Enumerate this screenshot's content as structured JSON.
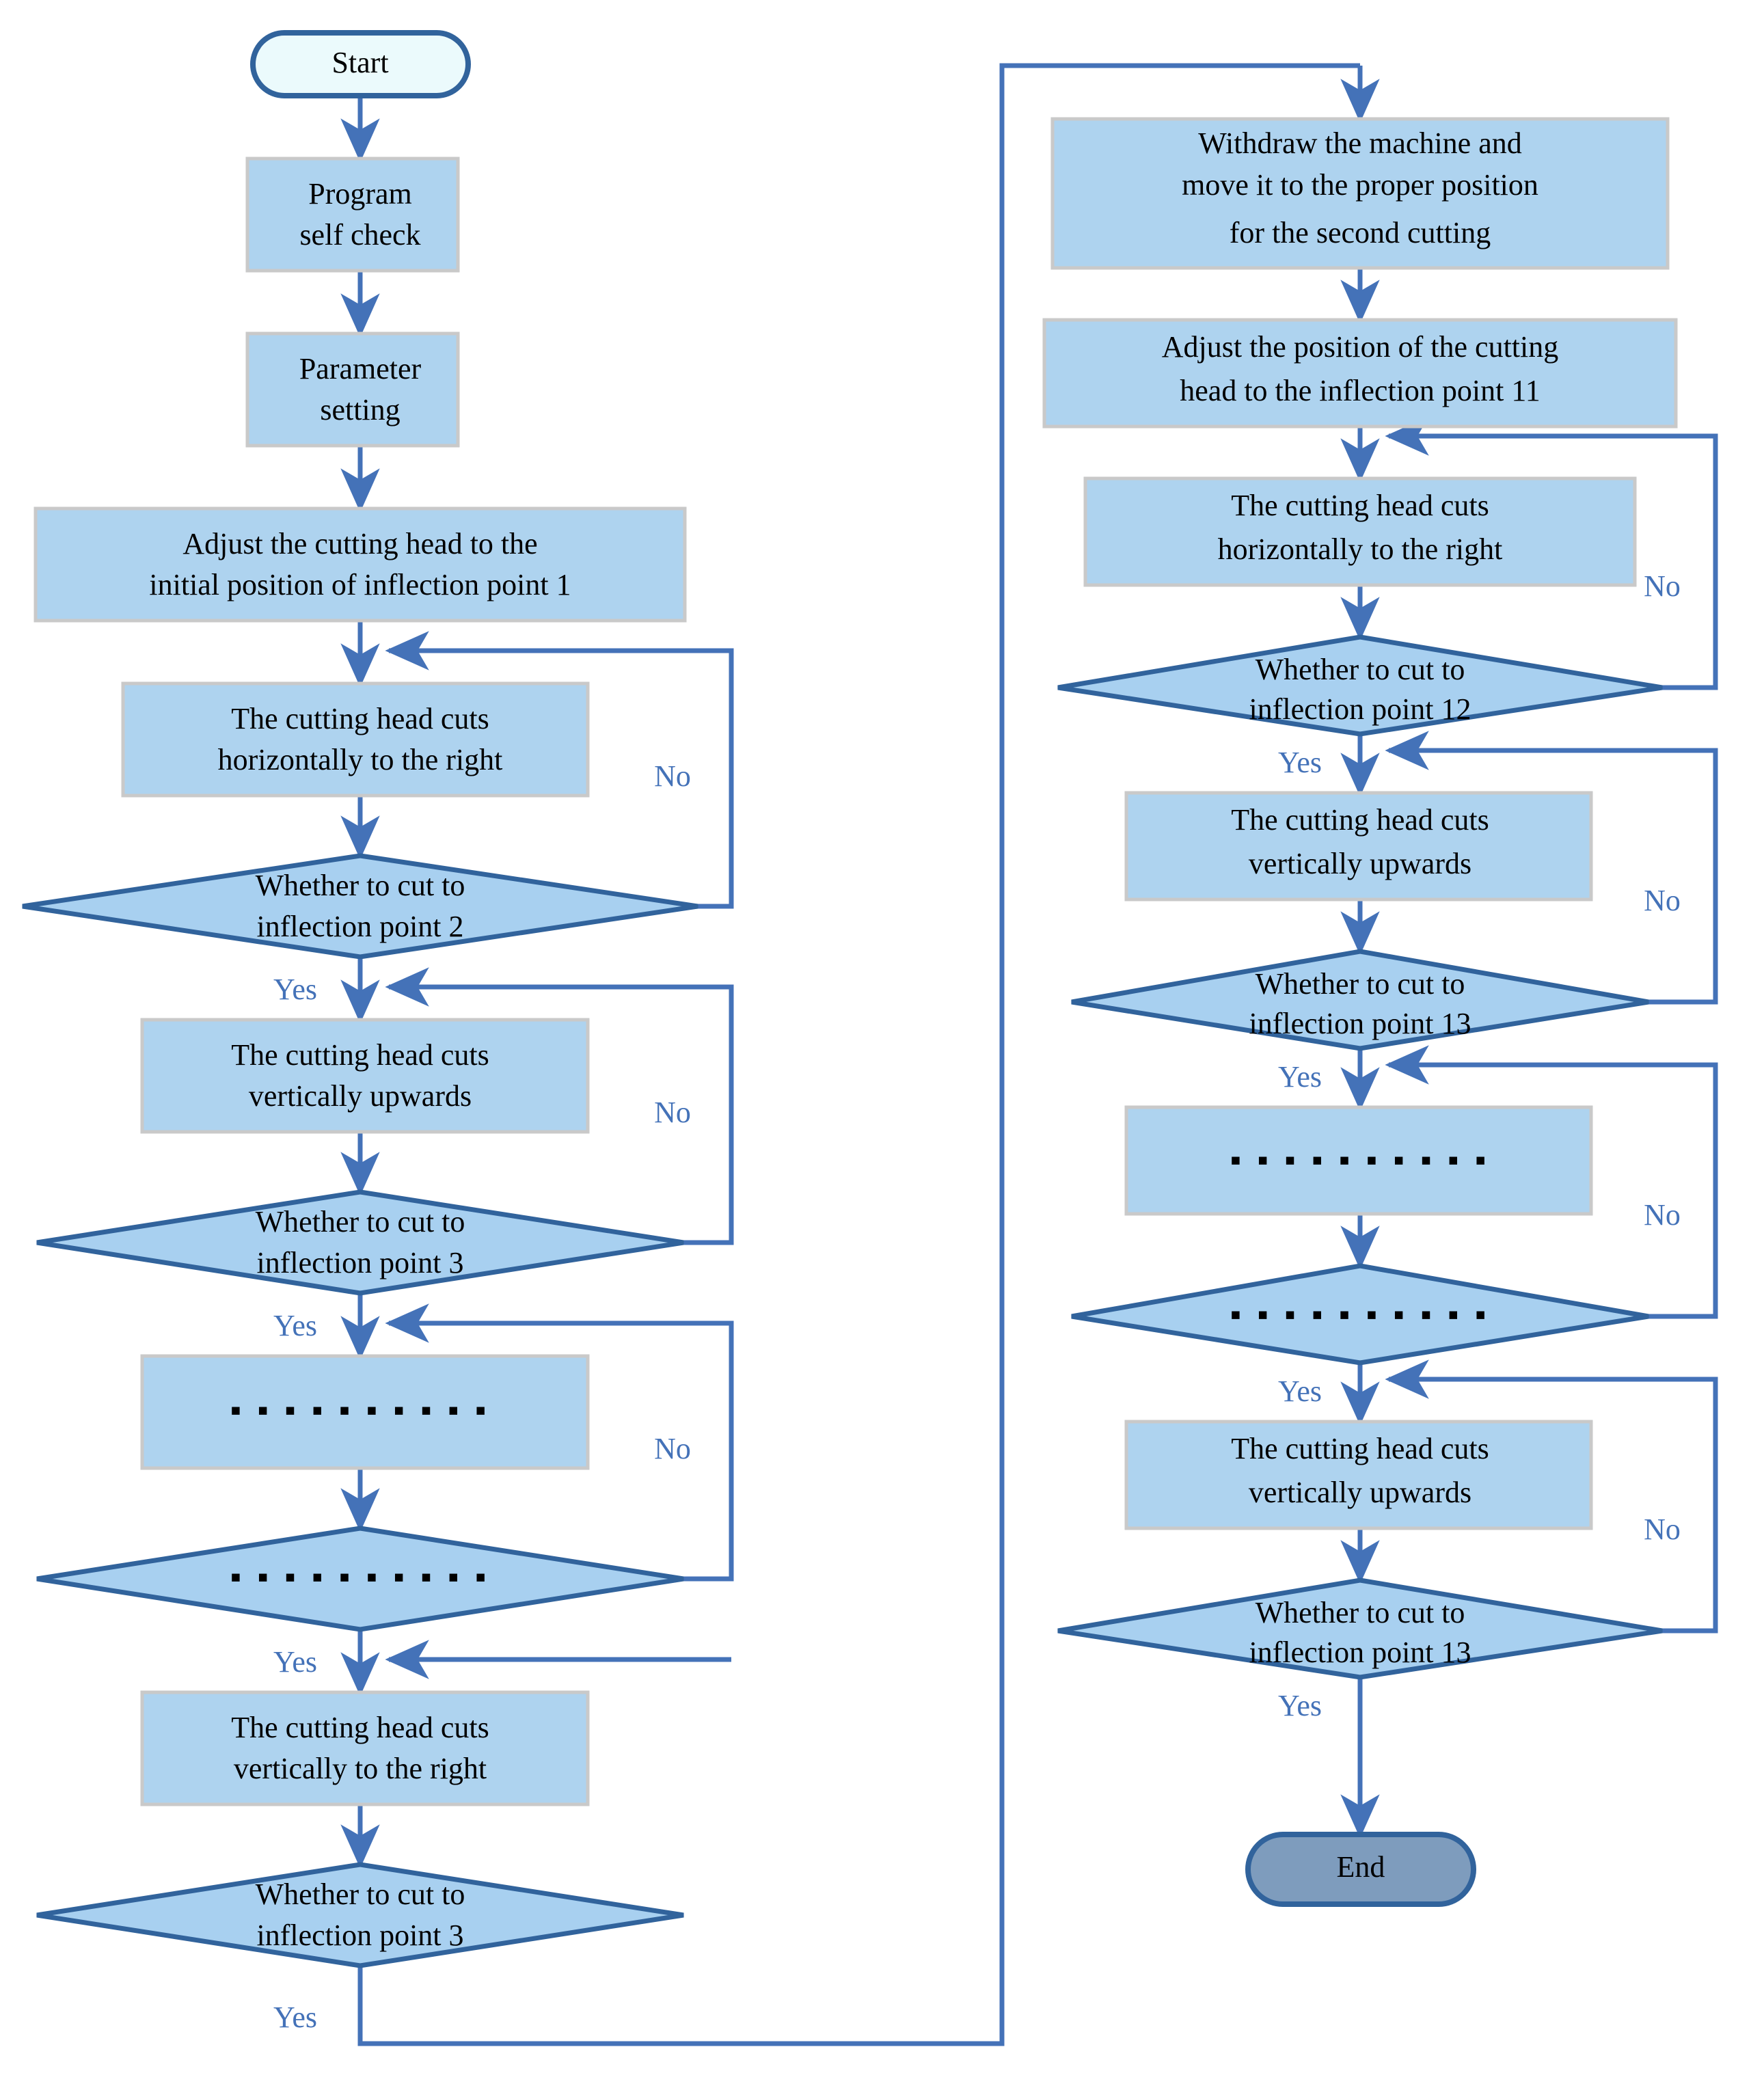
{
  "diagram": {
    "title": "Cutting machine control program flowchart",
    "colors": {
      "process_fill": "#AED3EF",
      "process_border": "#C9C9C9",
      "decision_fill": "#A8D0F0",
      "decision_border": "#31639C",
      "start_fill": "#EBFAFC",
      "end_fill": "#7E9CBD",
      "edge": "#4472B8",
      "label_text": "#4472B8",
      "node_text": "#000000",
      "background": "#FFFFFF"
    },
    "branch_labels": {
      "yes": "Yes",
      "no": "No"
    },
    "ellipsis": "▪ ▪ ▪ ▪ ▪ ▪ ▪ ▪ ▪ ▪"
  },
  "left_column": {
    "start": {
      "label": "Start",
      "shape": "terminator"
    },
    "nodes": [
      {
        "id": "l1",
        "shape": "process",
        "lines": [
          "Program",
          "self check"
        ]
      },
      {
        "id": "l2",
        "shape": "process",
        "lines": [
          "Parameter",
          "setting"
        ]
      },
      {
        "id": "l3",
        "shape": "process",
        "lines": [
          "Adjust the cutting head to the",
          "initial position of inflection point 1"
        ]
      },
      {
        "id": "l4",
        "shape": "process",
        "lines": [
          "The cutting head cuts",
          "horizontally to the right"
        ]
      },
      {
        "id": "l5",
        "shape": "decision",
        "lines": [
          "Whether to cut to",
          "inflection point 2"
        ],
        "yes": "Yes",
        "no": "No"
      },
      {
        "id": "l6",
        "shape": "process",
        "lines": [
          "The cutting head cuts",
          "vertically upwards"
        ]
      },
      {
        "id": "l7",
        "shape": "decision",
        "lines": [
          "Whether to cut to",
          "inflection point 3"
        ],
        "yes": "Yes",
        "no": "No"
      },
      {
        "id": "l8",
        "shape": "process",
        "lines": [
          "▪ ▪ ▪ ▪ ▪ ▪ ▪ ▪ ▪ ▪"
        ]
      },
      {
        "id": "l9",
        "shape": "decision",
        "lines": [
          "▪ ▪ ▪ ▪ ▪ ▪ ▪ ▪ ▪ ▪"
        ],
        "yes": "Yes",
        "no": "No"
      },
      {
        "id": "l10",
        "shape": "process",
        "lines": [
          "The cutting head cuts",
          "vertically to the right"
        ]
      },
      {
        "id": "l11",
        "shape": "decision",
        "lines": [
          "Whether to cut to",
          "inflection point 3"
        ],
        "yes": "Yes",
        "no": ""
      }
    ]
  },
  "right_column": {
    "nodes": [
      {
        "id": "r1",
        "shape": "process",
        "lines": [
          "Withdraw the machine and",
          "move it to the proper position",
          "for the second cutting"
        ]
      },
      {
        "id": "r2",
        "shape": "process",
        "lines": [
          "Adjust the position of the cutting",
          "head to the inflection point 11"
        ]
      },
      {
        "id": "r3",
        "shape": "process",
        "lines": [
          "The cutting head cuts",
          "horizontally to the right"
        ]
      },
      {
        "id": "r4",
        "shape": "decision",
        "lines": [
          "Whether to cut to",
          "inflection point 12"
        ],
        "yes": "Yes",
        "no": "No"
      },
      {
        "id": "r5",
        "shape": "process",
        "lines": [
          "The cutting head cuts",
          "vertically upwards"
        ]
      },
      {
        "id": "r6",
        "shape": "decision",
        "lines": [
          "Whether to cut to",
          "inflection point 13"
        ],
        "yes": "Yes",
        "no": "No"
      },
      {
        "id": "r7",
        "shape": "process",
        "lines": [
          "▪ ▪ ▪ ▪ ▪ ▪ ▪ ▪ ▪ ▪"
        ]
      },
      {
        "id": "r8",
        "shape": "decision",
        "lines": [
          "▪ ▪ ▪ ▪ ▪ ▪ ▪ ▪ ▪ ▪"
        ],
        "yes": "Yes",
        "no": "No"
      },
      {
        "id": "r9",
        "shape": "process",
        "lines": [
          "The cutting head cuts",
          "vertically upwards"
        ]
      },
      {
        "id": "r10",
        "shape": "decision",
        "lines": [
          "Whether to cut to",
          "inflection point 13"
        ],
        "yes": "Yes",
        "no": "No"
      }
    ],
    "end": {
      "label": "End",
      "shape": "terminator"
    }
  }
}
